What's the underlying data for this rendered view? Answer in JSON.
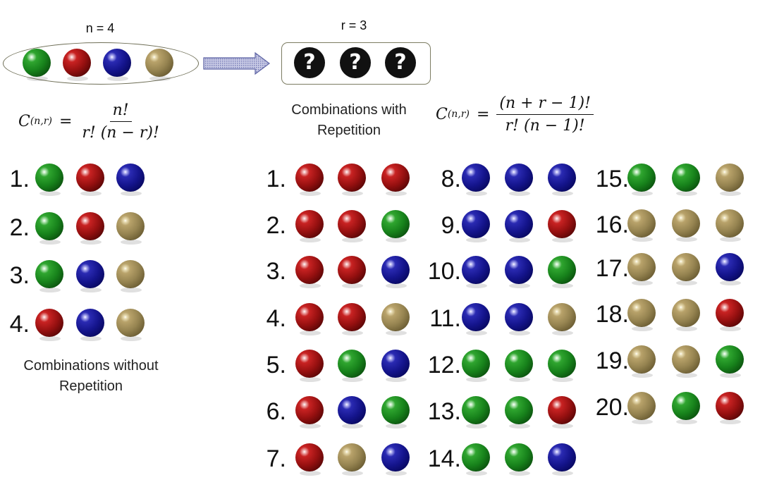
{
  "header": {
    "n_label": "n = 4",
    "r_label": "r = 3"
  },
  "colors": {
    "red": "#961010",
    "green": "#17821b",
    "blue": "#14148c",
    "tan": "#958350"
  },
  "pool": [
    "green",
    "red",
    "blue",
    "tan"
  ],
  "choices": [
    "?",
    "?",
    "?"
  ],
  "formula_without": {
    "lhs": "C",
    "sub": "(n,r)",
    "eq": "=",
    "numerator": "n!",
    "denominator": "r! (n − r)!"
  },
  "formula_with": {
    "lhs": "C",
    "sub": "(n,r)",
    "eq": "=",
    "numerator": "(n + r − 1)!",
    "denominator": "r! (n − 1)!"
  },
  "captions": {
    "without_line1": "Combinations without",
    "without_line2": "Repetition",
    "with_line1": "Combinations with",
    "with_line2": "Repetition"
  },
  "without_repetition": [
    {
      "label": "1.",
      "balls": [
        "green",
        "red",
        "blue"
      ]
    },
    {
      "label": "2.",
      "balls": [
        "green",
        "red",
        "tan"
      ]
    },
    {
      "label": "3.",
      "balls": [
        "green",
        "blue",
        "tan"
      ]
    },
    {
      "label": "4.",
      "balls": [
        "red",
        "blue",
        "tan"
      ]
    }
  ],
  "with_repetition": [
    {
      "label": "1.",
      "balls": [
        "red",
        "red",
        "red"
      ]
    },
    {
      "label": "2.",
      "balls": [
        "red",
        "red",
        "green"
      ]
    },
    {
      "label": "3.",
      "balls": [
        "red",
        "red",
        "blue"
      ]
    },
    {
      "label": "4.",
      "balls": [
        "red",
        "red",
        "tan"
      ]
    },
    {
      "label": "5.",
      "balls": [
        "red",
        "green",
        "blue"
      ]
    },
    {
      "label": "6.",
      "balls": [
        "red",
        "blue",
        "green"
      ]
    },
    {
      "label": "7.",
      "balls": [
        "red",
        "tan",
        "blue"
      ]
    },
    {
      "label": "8.",
      "balls": [
        "blue",
        "blue",
        "blue"
      ]
    },
    {
      "label": "9.",
      "balls": [
        "blue",
        "blue",
        "red"
      ]
    },
    {
      "label": "10.",
      "balls": [
        "blue",
        "blue",
        "green"
      ]
    },
    {
      "label": "11.",
      "balls": [
        "blue",
        "blue",
        "tan"
      ]
    },
    {
      "label": "12.",
      "balls": [
        "green",
        "green",
        "green"
      ]
    },
    {
      "label": "13.",
      "balls": [
        "green",
        "green",
        "red"
      ]
    },
    {
      "label": "14.",
      "balls": [
        "green",
        "green",
        "blue"
      ]
    },
    {
      "label": "15.",
      "balls": [
        "green",
        "green",
        "tan"
      ]
    },
    {
      "label": "16.",
      "balls": [
        "tan",
        "tan",
        "tan"
      ]
    },
    {
      "label": "17.",
      "balls": [
        "tan",
        "tan",
        "blue"
      ]
    },
    {
      "label": "18.",
      "balls": [
        "tan",
        "tan",
        "red"
      ]
    },
    {
      "label": "19.",
      "balls": [
        "tan",
        "tan",
        "green"
      ]
    },
    {
      "label": "20.",
      "balls": [
        "tan",
        "green",
        "red"
      ]
    }
  ]
}
